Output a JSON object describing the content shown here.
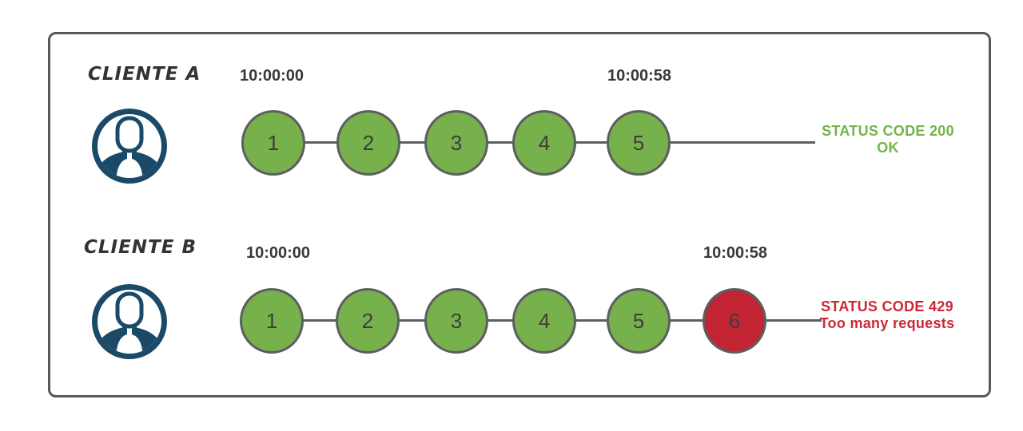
{
  "colors": {
    "green": "#77b14c",
    "red": "#c32433",
    "green-text": "#72b54a",
    "red-text": "#cc2936",
    "line": "#5d5e60",
    "frame-border": "#58595b",
    "navy": "#1b4a68",
    "label-text": "#333333",
    "timestamp-text": "#383838",
    "number-text": "#3d3d3d"
  },
  "clients": [
    {
      "label": "CLIENTE A",
      "icon": "user-icon",
      "start_time": "10:00:00",
      "end_time": "10:00:58",
      "requests": [
        {
          "label": "1",
          "state": "success"
        },
        {
          "label": "2",
          "state": "success"
        },
        {
          "label": "3",
          "state": "success"
        },
        {
          "label": "4",
          "state": "success"
        },
        {
          "label": "5",
          "state": "success"
        }
      ],
      "status": {
        "code_line": "STATUS CODE 200",
        "message": "OK"
      }
    },
    {
      "label": "CLIENTE B",
      "icon": "user-icon",
      "start_time": "10:00:00",
      "end_time": "10:00:58",
      "requests": [
        {
          "label": "1",
          "state": "success"
        },
        {
          "label": "2",
          "state": "success"
        },
        {
          "label": "3",
          "state": "success"
        },
        {
          "label": "4",
          "state": "success"
        },
        {
          "label": "5",
          "state": "success"
        },
        {
          "label": "6",
          "state": "error"
        }
      ],
      "status": {
        "code_line": "STATUS CODE 429",
        "message": "Too many requests"
      }
    }
  ]
}
